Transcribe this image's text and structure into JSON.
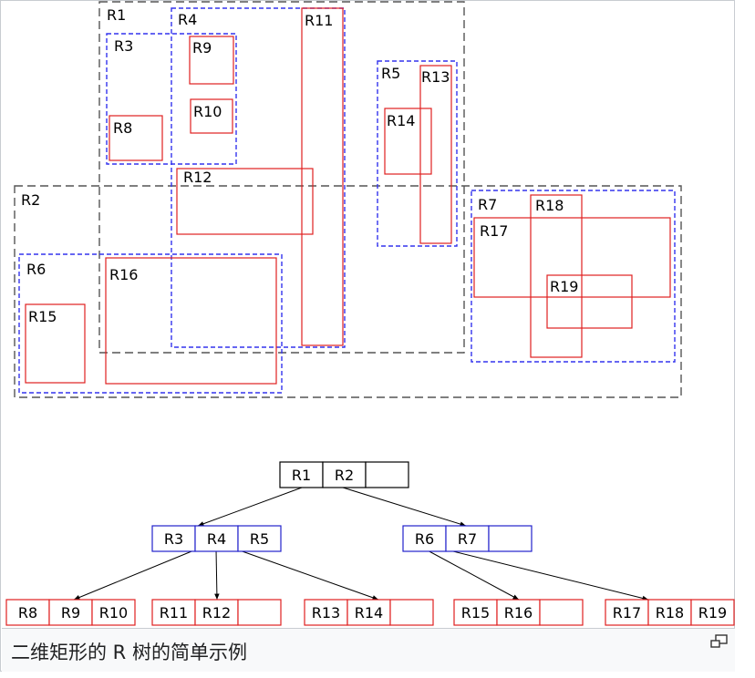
{
  "caption": "二维矩形的 R 树的简单示例",
  "magnify_icon": "enlarge-icon",
  "colors": {
    "group_gray": "#555555",
    "group_blue": "#3333ee",
    "leaf_red": "#e02020",
    "node_black": "#000000",
    "node_blue": "#2222cc"
  },
  "spatial_labels": {
    "R1": "R1",
    "R2": "R2",
    "R3": "R3",
    "R4": "R4",
    "R5": "R5",
    "R6": "R6",
    "R7": "R7",
    "R8": "R8",
    "R9": "R9",
    "R10": "R10",
    "R11": "R11",
    "R12": "R12",
    "R13": "R13",
    "R14": "R14",
    "R15": "R15",
    "R16": "R16",
    "R17": "R17",
    "R18": "R18",
    "R19": "R19"
  },
  "tree": {
    "root": [
      "R1",
      "R2",
      ""
    ],
    "level1_left": [
      "R3",
      "R4",
      "R5"
    ],
    "level1_right": [
      "R6",
      "R7",
      ""
    ],
    "leaf_a": [
      "R8",
      "R9",
      "R10"
    ],
    "leaf_b": [
      "R11",
      "R12",
      ""
    ],
    "leaf_c": [
      "R13",
      "R14",
      ""
    ],
    "leaf_d": [
      "R15",
      "R16",
      ""
    ],
    "leaf_e": [
      "R17",
      "R18",
      "R19"
    ]
  }
}
